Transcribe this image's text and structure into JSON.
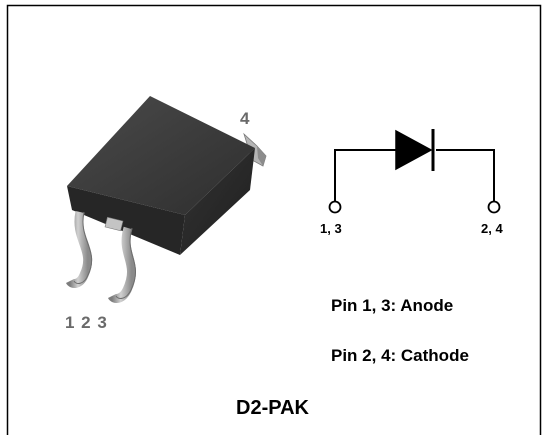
{
  "package": {
    "tab_pin_label": "4",
    "lead_pins_label": "1 2 3",
    "body_color": "#3a3a3a",
    "lead_color": "#9a9a9a"
  },
  "schematic": {
    "symbol": "diode",
    "anode_pins_label": "1, 3",
    "cathode_pins_label": "2, 4"
  },
  "descriptions": {
    "anode": "Pin 1, 3: Anode",
    "cathode": "Pin 2, 4: Cathode"
  },
  "title": "D2-PAK"
}
